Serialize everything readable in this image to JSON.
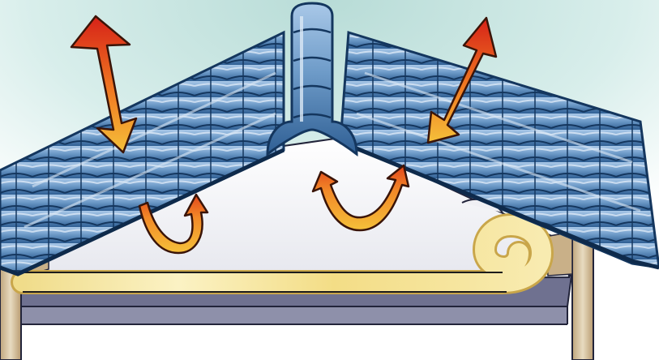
{
  "figure": {
    "subject": "roof-insulation-heat-reflection",
    "elements": [
      "sky-background",
      "ceiling-slab",
      "wall-posts",
      "attic-space",
      "insulation-blanket",
      "tiled-roof",
      "ridge-cap",
      "incoming-heat-arrows",
      "reflected-heat-arrows"
    ],
    "colors": {
      "sky": "#cfe8e4",
      "roof_tile": "#6f9cc9",
      "roof_tile_dark": "#2f5f94",
      "roof_outline": "#14365e",
      "attic": "#f3f3f6",
      "insulation": "#f5e49a",
      "insulation_edge": "#c9a64a",
      "ceiling": "#7d7f9a",
      "post": "#d8c5a2",
      "heat_hot": "#d62218",
      "heat_warm": "#f5c03a"
    }
  }
}
